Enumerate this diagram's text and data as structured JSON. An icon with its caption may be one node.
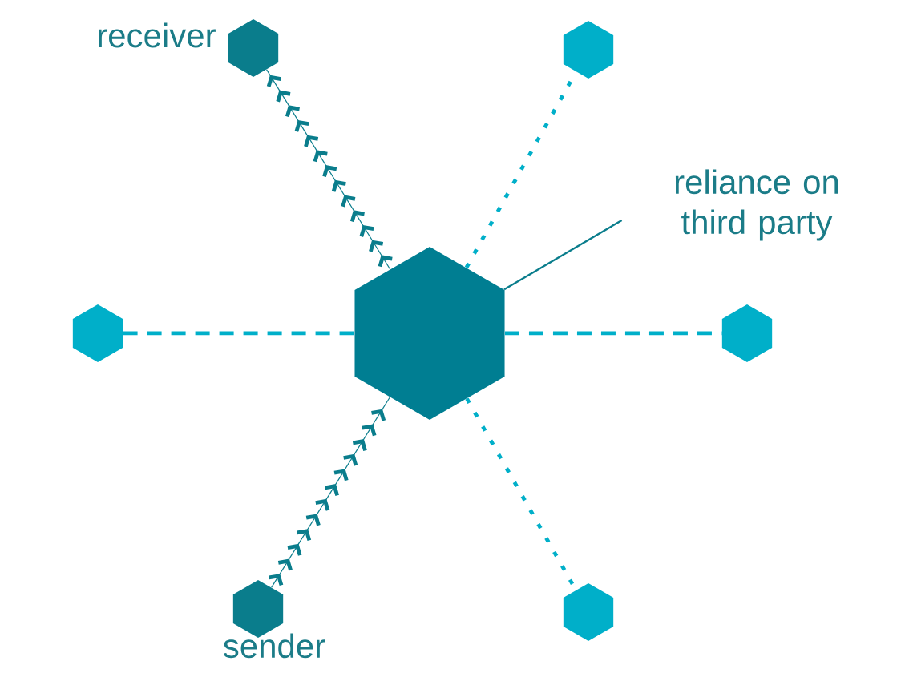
{
  "diagram": {
    "nodes": [
      {
        "text": [],
        "shape": "hexagon"
      },
      {
        "text": [],
        "shape": "hexagon",
        "beside": [
          "receiver"
        ]
      },
      {
        "text": [],
        "shape": "hexagon"
      },
      {
        "text": [],
        "shape": "hexagon"
      },
      {
        "text": [],
        "shape": "hexagon"
      },
      {
        "text": [],
        "shape": "hexagon",
        "beside": [
          "sender"
        ]
      },
      {
        "text": [],
        "shape": "hexagon"
      },
      {
        "text": [
          "reliance on third party"
        ]
      }
    ],
    "edges": [
      {
        "from": 0,
        "to": 1,
        "arrow": "to"
      },
      {
        "from": 0,
        "to": 2,
        "arrow": "none",
        "style": "dashed"
      },
      {
        "from": 3,
        "to": 0,
        "arrow": "none",
        "style": "dashed"
      },
      {
        "from": 0,
        "to": 4,
        "arrow": "none",
        "style": "dashed"
      },
      {
        "from": 5,
        "to": 0,
        "arrow": "to"
      },
      {
        "from": 0,
        "to": 6,
        "arrow": "none",
        "style": "dashed"
      },
      {
        "from": 7,
        "to": 0,
        "arrow": "none"
      }
    ]
  }
}
